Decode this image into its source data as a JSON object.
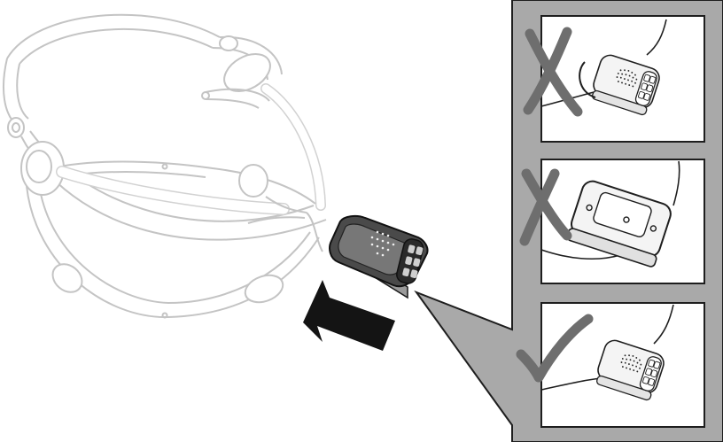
{
  "illustration": {
    "subject": "headset-clip-attachment-instructions",
    "colors": {
      "headset_outline": "#c4c4c4",
      "panel_gray": "#a9a9a9",
      "device_dark": "#4a4a4a",
      "device_light": "#f4f4f4",
      "arrow_black": "#141414",
      "mark_gray": "#6e6e6e",
      "line_black": "#1e1e1e"
    },
    "steps": [
      {
        "verdict": "incorrect",
        "mark": "cross-mark-icon"
      },
      {
        "verdict": "incorrect",
        "mark": "cross-mark-icon"
      },
      {
        "verdict": "correct",
        "mark": "check-mark-icon"
      }
    ]
  }
}
